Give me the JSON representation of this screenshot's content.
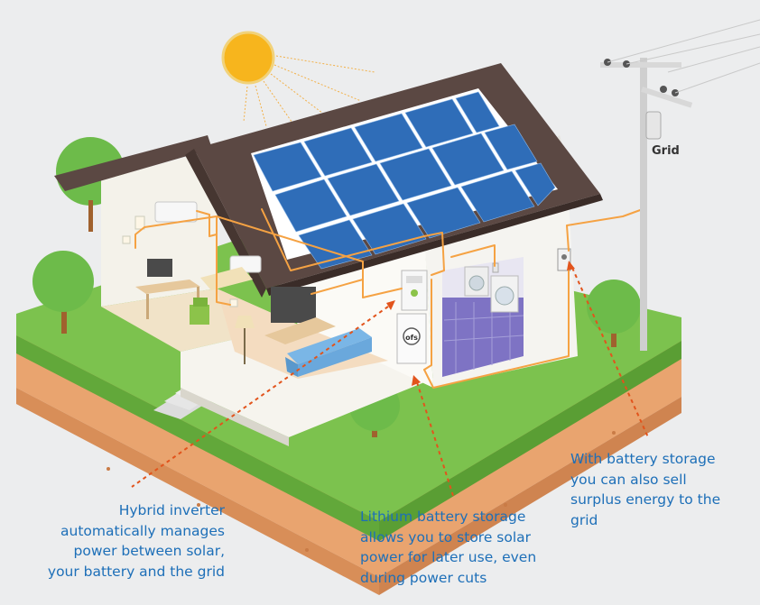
{
  "grid": {
    "label": "Grid"
  },
  "callouts": {
    "inverter": {
      "lines": [
        "Hybrid inverter",
        "automatically manages",
        "power between solar,",
        "your battery and the grid"
      ]
    },
    "battery": {
      "lines": [
        "Lithium battery storage",
        "allows you to store solar",
        "power for later use, even",
        "during power cuts"
      ]
    },
    "grid_sell": {
      "lines": [
        "With battery storage",
        "you can also sell",
        "surplus energy to the",
        "grid"
      ]
    }
  },
  "inverter_brand": "ofs",
  "colors": {
    "callout_text": "#1d6fb8",
    "wiring": "#f5a243",
    "leader": "#e2541c",
    "grass": "#7cc24e",
    "soil": "#e9a46f",
    "panel": "#2f6db8",
    "roof": "#5b4843",
    "sun": "#f7b51d"
  }
}
